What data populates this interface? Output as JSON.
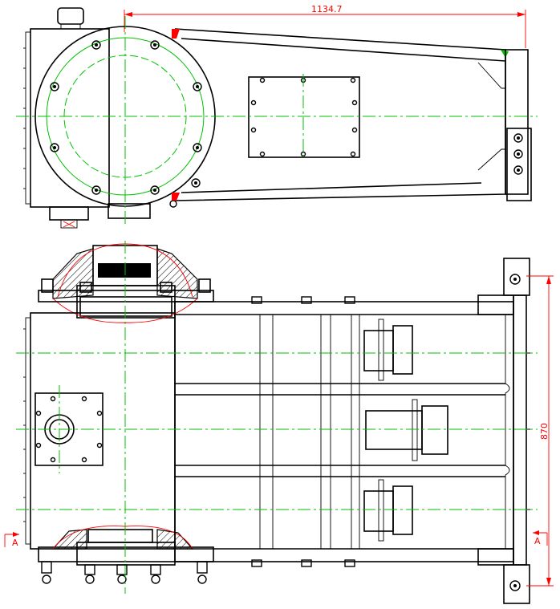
{
  "drawing": {
    "dimensions": {
      "overall_length": "1134.7",
      "bolt_span": "870"
    },
    "section_marks": {
      "left": "A",
      "right": "A"
    },
    "colors": {
      "outline": "#000000",
      "center_line": "#00c000",
      "dimension": "#ff0000"
    }
  }
}
